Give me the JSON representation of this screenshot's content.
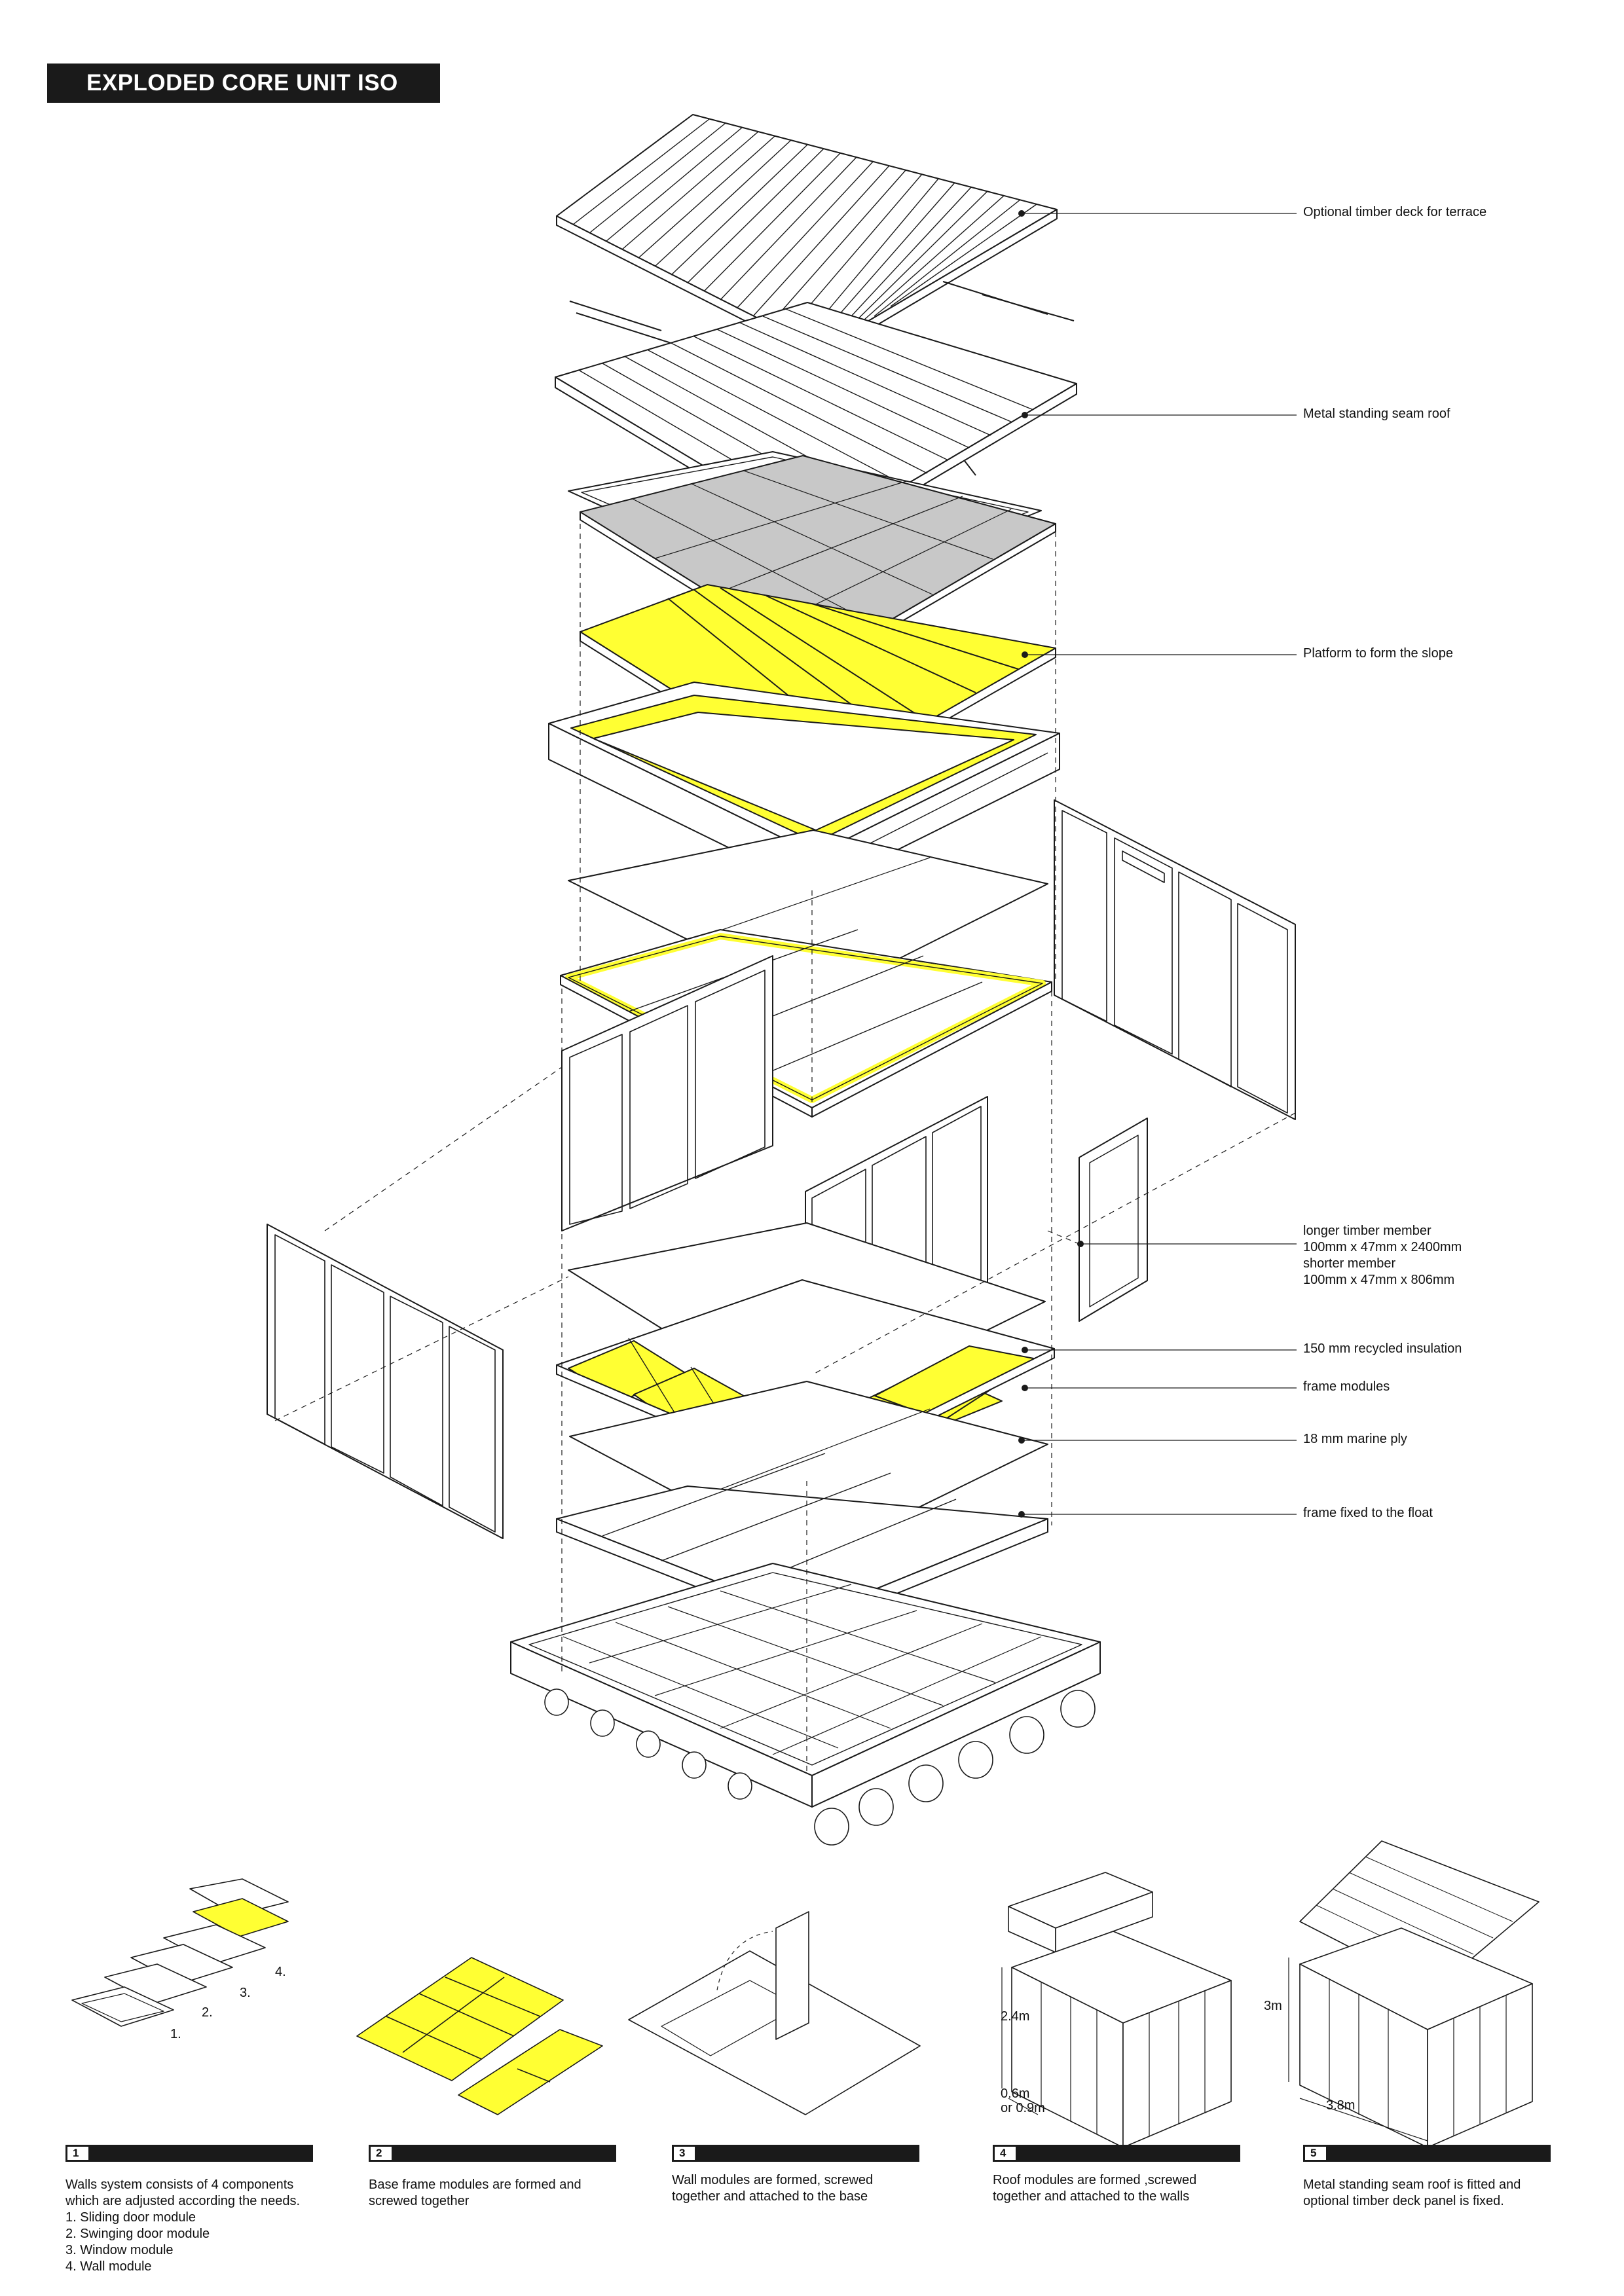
{
  "title": "EXPLODED CORE UNIT ISO",
  "callouts": {
    "deck": "Optional timber deck for terrace",
    "roof": "Metal standing seam roof",
    "platform": "Platform to form the slope",
    "timber": [
      "longer timber member",
      "100mm x 47mm x 2400mm",
      "shorter member",
      "100mm x 47mm x 806mm"
    ],
    "insulation": "150 mm recycled insulation",
    "frame_modules": "frame modules",
    "ply": "18 mm marine ply",
    "float_frame": "frame fixed to the float"
  },
  "steps": [
    {
      "num": "1",
      "lines": [
        "Walls system consists of 4 components",
        "which are adjusted according the needs.",
        "1. Sliding door module",
        "2. Swinging door module",
        "3. Window module",
        "4. Wall module"
      ]
    },
    {
      "num": "2",
      "lines": [
        "Base frame modules are formed and",
        "screwed together"
      ]
    },
    {
      "num": "3",
      "lines": [
        "Wall modules are formed, screwed",
        "together and attached to the base"
      ]
    },
    {
      "num": "4",
      "lines": [
        "Roof modules are formed ,screwed",
        "together and attached to the walls"
      ]
    },
    {
      "num": "5",
      "lines": [
        "Metal standing seam roof is fitted and",
        "optional timber deck panel is fixed."
      ]
    }
  ],
  "step1_labels": [
    "1.",
    "2.",
    "3.",
    "4."
  ],
  "dimensions": {
    "height_walls": "2.4m",
    "module_width": [
      "0.6m",
      "or 0.9m"
    ],
    "height_total": "3m",
    "width_total": "3.8m"
  },
  "colors": {
    "insulation_yellow": "#ffff33",
    "membrane_grey": "#c8c8c8",
    "line": "#1a1a1a",
    "title_bar": "#1a1a1a"
  }
}
